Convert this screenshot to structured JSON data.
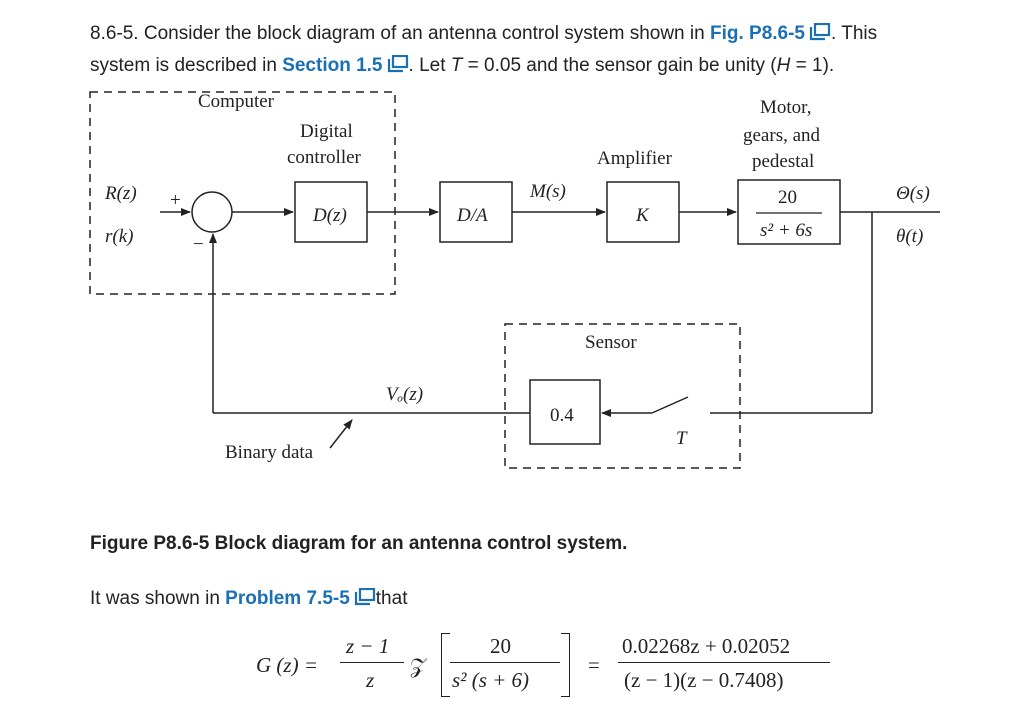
{
  "problem": {
    "label": "8.6-5.",
    "intro_1": " Consider the block diagram of an antenna control system shown in ",
    "fig_link": "Fig. P8.6-5",
    "intro_2": ". This",
    "line2_1": "system is described in ",
    "section_link": "Section 1.5",
    "line2_2": ". Let ",
    "line2_var": "T",
    "line2_3": " = 0.05 and the sensor gain be unity (",
    "line2_var2": "H",
    "line2_4": " = 1)."
  },
  "diagram": {
    "computer": "Computer",
    "digital_controller_1": "Digital",
    "digital_controller_2": "controller",
    "controller_block": "D(z)",
    "dac_block": "D/A",
    "m_signal": "M(s)",
    "amplifier": "Amplifier",
    "amp_block": "K",
    "motor_1": "Motor,",
    "motor_2": "gears, and",
    "motor_3": "pedestal",
    "plant_num": "20",
    "plant_den": "s² + 6s",
    "input_1": "R(z)",
    "input_2": "r(k)",
    "output_1": "Θ(s)",
    "output_2": "θ(t)",
    "plus_sign": "+",
    "minus_sign": "−",
    "sensor": "Sensor",
    "sensor_block": "0.4",
    "sampler": "T",
    "vo_signal": "Vₒ(z)",
    "binary_data": "Binary data"
  },
  "caption": "Figure P8.6-5 Block diagram for an antenna control system.",
  "line3": {
    "text": "It was shown in ",
    "link": "Problem 7.5-5",
    "tail": "that"
  },
  "equation": {
    "lhs": "G (z) =",
    "frac1_num": "z − 1",
    "frac1_den": "z",
    "op": "𝒵",
    "bracket_num": "20",
    "bracket_den": "s² (s + 6)",
    "eq": "=",
    "frac2_num": "0.02268z + 0.02052",
    "frac2_den": "(z − 1)(z − 0.7408)"
  },
  "colors": {
    "link": "#1a6fb5",
    "text": "#222222"
  },
  "icons": [
    "book-icon"
  ]
}
